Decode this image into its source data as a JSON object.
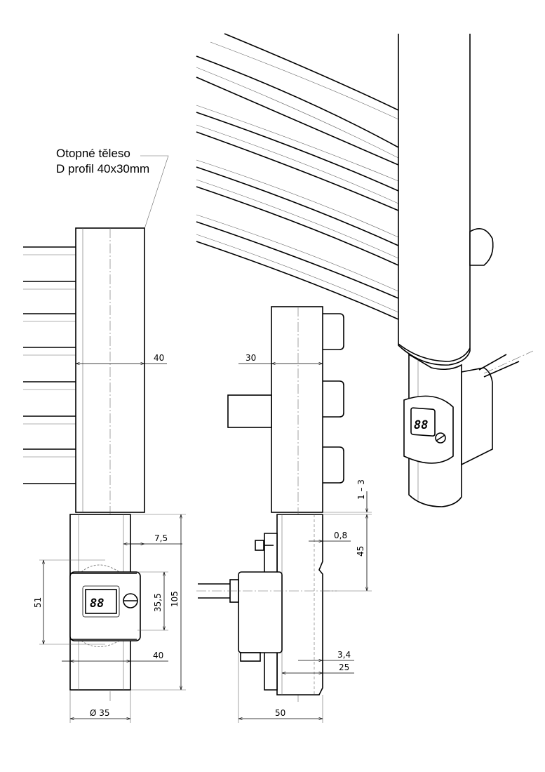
{
  "label": {
    "line1": "Otopné těleso",
    "line2": "D profil 40x30mm"
  },
  "front": {
    "dim_tube_width": "40",
    "dim_offset": "7,5",
    "dim_height_51": "51",
    "dim_height_35": "35,5",
    "dim_total_105": "105",
    "dim_width_40": "40",
    "dim_diameter": "Ø 35",
    "display": "88"
  },
  "side": {
    "dim_depth_30": "30",
    "dim_gap": "1 – 3",
    "dim_wall": "0,8",
    "dim_insert": "45",
    "dim_3_4": "3,4",
    "dim_25": "25",
    "dim_50": "50"
  },
  "iso": {
    "display": "88"
  }
}
